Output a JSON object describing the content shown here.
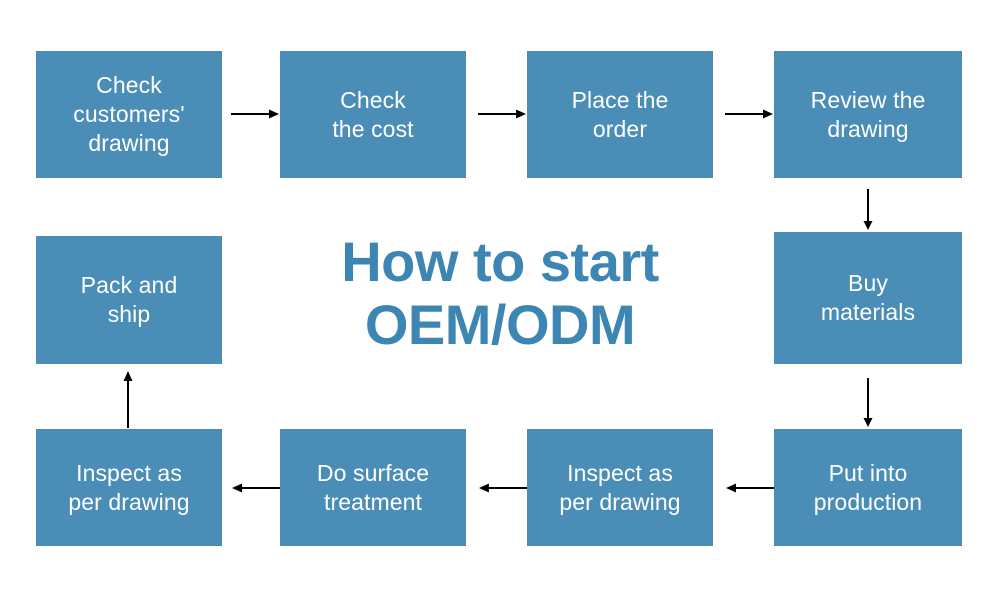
{
  "diagram": {
    "title": "How to start\nOEM/ODM",
    "title_color": "#3d86b4",
    "node_fill": "#4a8db7",
    "node_text_color": "#ffffff",
    "arrow_color": "#000000",
    "background": "#ffffff",
    "nodes": [
      {
        "id": "check-customers-drawing",
        "label": "Check\ncustomers'\ndrawing"
      },
      {
        "id": "check-the-cost",
        "label": "Check\nthe cost"
      },
      {
        "id": "place-the-order",
        "label": "Place the\norder"
      },
      {
        "id": "review-the-drawing",
        "label": "Review the\ndrawing"
      },
      {
        "id": "buy-materials",
        "label": "Buy\nmaterials"
      },
      {
        "id": "put-into-production",
        "label": "Put into\nproduction"
      },
      {
        "id": "inspect-as-per-drawing-1",
        "label": "Inspect as\nper drawing"
      },
      {
        "id": "do-surface-treatment",
        "label": "Do surface\ntreatment"
      },
      {
        "id": "inspect-as-per-drawing-2",
        "label": "Inspect as\nper drawing"
      },
      {
        "id": "pack-and-ship",
        "label": "Pack and\nship"
      }
    ],
    "connectors": [
      {
        "id": "arrow-1",
        "from": "check-customers-drawing",
        "to": "check-the-cost",
        "direction": "right"
      },
      {
        "id": "arrow-2",
        "from": "check-the-cost",
        "to": "place-the-order",
        "direction": "right"
      },
      {
        "id": "arrow-3",
        "from": "place-the-order",
        "to": "review-the-drawing",
        "direction": "right"
      },
      {
        "id": "arrow-4",
        "from": "review-the-drawing",
        "to": "buy-materials",
        "direction": "down"
      },
      {
        "id": "arrow-5",
        "from": "buy-materials",
        "to": "put-into-production",
        "direction": "down"
      },
      {
        "id": "arrow-6",
        "from": "put-into-production",
        "to": "inspect-as-per-drawing-2",
        "direction": "left"
      },
      {
        "id": "arrow-7",
        "from": "inspect-as-per-drawing-2",
        "to": "do-surface-treatment",
        "direction": "left"
      },
      {
        "id": "arrow-8",
        "from": "do-surface-treatment",
        "to": "inspect-as-per-drawing-1",
        "direction": "left"
      },
      {
        "id": "arrow-9",
        "from": "inspect-as-per-drawing-1",
        "to": "pack-and-ship",
        "direction": "up"
      }
    ]
  }
}
